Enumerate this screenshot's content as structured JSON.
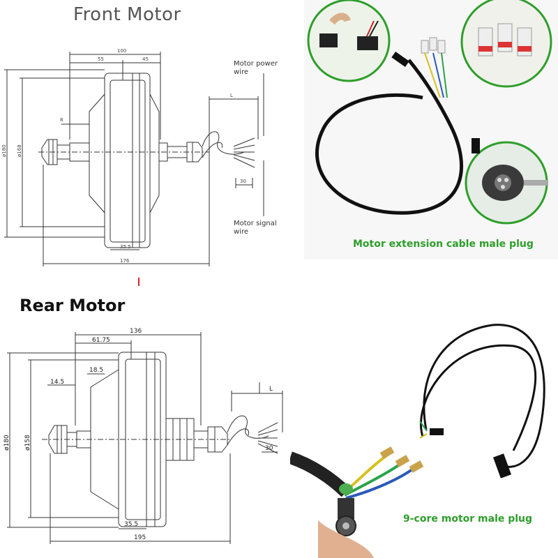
{
  "front": {
    "title": "Front Motor",
    "dims": {
      "d100": "100",
      "d55": "55",
      "d45": "45",
      "d8": "8",
      "d180": "ø180",
      "d168": "ø168",
      "d355": "35.5",
      "d176": "176",
      "dL": "L",
      "d30": "30"
    },
    "labels": {
      "power_line1": "Motor power",
      "power_line2": "wire",
      "signal_line1": "Motor signal",
      "signal_line2": "wire"
    }
  },
  "rear": {
    "title": "Rear Motor",
    "dims": {
      "d136": "136",
      "d6175": "61.75",
      "d185": "18.5",
      "d145": "14.5",
      "d180": "ø180",
      "d158": "ø158",
      "d355": "35.5",
      "d195": "195",
      "dL": "L",
      "d30": "30"
    }
  },
  "photos": {
    "caption_top": "Motor extension cable male plug",
    "caption_bottom": "9-core motor male plug"
  },
  "colors": {
    "caption_green": "#2e9e2a",
    "wire_yellow": "#d8c020",
    "wire_green": "#2aa34a",
    "wire_blue": "#2a5ab8"
  }
}
